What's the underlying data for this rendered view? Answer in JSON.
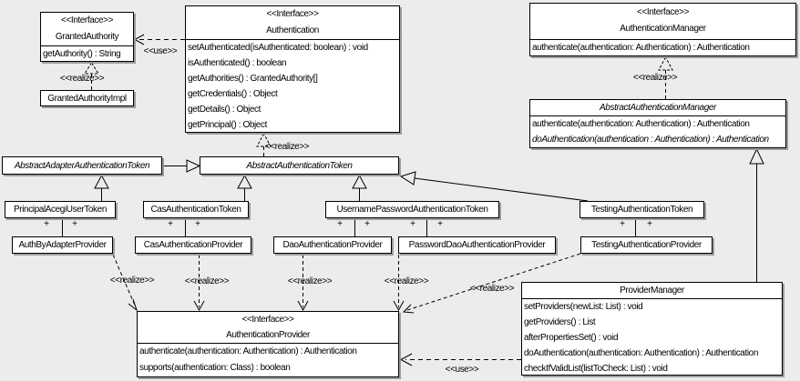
{
  "diagram_title": "Acegi Security authentication UML class diagram",
  "colors": {
    "background": "#ececec",
    "box_fill": "#ffffff",
    "border": "#000000",
    "shadow": "#9c9c9c"
  },
  "classes": {
    "granted_authority": {
      "stereotype": "<<Interface>>",
      "name": "GrantedAuthority",
      "methods": [
        "getAuthority() : String"
      ]
    },
    "granted_authority_impl": {
      "name": "GrantedAuthorityImpl"
    },
    "authentication": {
      "stereotype": "<<Interface>>",
      "name": "Authentication",
      "methods": [
        "setAuthenticated(isAuthenticated: boolean) : void",
        "isAuthenticated() : boolean",
        "getAuthorities() : GrantedAuthority[]",
        "getCredentials() : Object",
        "getDetails() : Object",
        "getPrincipal() : Object"
      ]
    },
    "authentication_manager": {
      "stereotype": "<<Interface>>",
      "name": "AuthenticationManager",
      "methods": [
        "authenticate(authentication: Authentication) : Authentication"
      ]
    },
    "abstract_authentication_manager": {
      "name": "AbstractAuthenticationManager",
      "methods": [
        "authenticate(authentication: Authentication) : Authentication",
        "doAuthentication(authentication : Authentication) : Authentication"
      ]
    },
    "abstract_adapter_authentication_token": {
      "name": "AbstractAdapterAuthenticationToken"
    },
    "abstract_authentication_token": {
      "name": "AbstractAuthenticationToken"
    },
    "principal_acegi_user_token": {
      "name": "PrincipalAcegiUserToken"
    },
    "cas_authentication_token": {
      "name": "CasAuthenticationToken"
    },
    "username_password_authentication_token": {
      "name": "UsernamePasswordAuthenticationToken"
    },
    "testing_authentication_token": {
      "name": "TestingAuthenticationToken"
    },
    "auth_by_adapter_provider": {
      "name": "AuthByAdapterProvider"
    },
    "cas_authentication_provider": {
      "name": "CasAuthenticationProvider"
    },
    "dao_authentication_provider": {
      "name": "DaoAuthenticationProvider"
    },
    "password_dao_authentication_provider": {
      "name": "PasswordDaoAuthenticationProvider"
    },
    "testing_authentication_provider": {
      "name": "TestingAuthenticationProvider"
    },
    "provider_manager": {
      "name": "ProviderManager",
      "methods": [
        "setProviders(newList: List) : void",
        "getProviders() : List",
        "afterPropertiesSet() : void",
        "doAuthentication(authentication: Authentication) : Authentication",
        "checkIfValidList(listToCheck: List) : void"
      ]
    },
    "authentication_provider": {
      "stereotype": "<<Interface>>",
      "name": "AuthenticationProvider",
      "methods": [
        "authenticate(authentication: Authentication) : Authentication",
        "supports(authentication: Class) : boolean"
      ]
    }
  },
  "labels": {
    "realize": "<<realize>>",
    "use": "<<use>>",
    "plus": "+"
  }
}
